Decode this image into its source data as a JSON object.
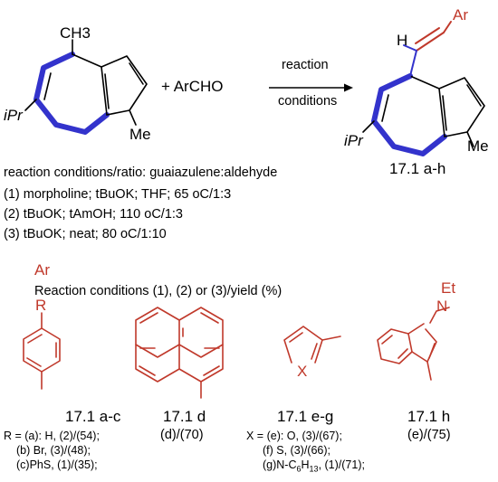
{
  "scheme": {
    "reactant": {
      "substituent_top": "CH3",
      "substituent_left": "iPr",
      "substituent_right": "Me"
    },
    "reagent": "+ ArCHO",
    "arrow_label_line1": "reaction",
    "arrow_label_line2": "conditions",
    "product": {
      "vinyl_h": "H",
      "ar": "Ar",
      "substituent_left": "iPr",
      "substituent_right": "Me",
      "label": "17.1 a-h"
    }
  },
  "conditions": {
    "heading": "reaction conditions/ratio: guaiazulene:aldehyde",
    "items": [
      "(1) morpholine; tBuOK; THF; 65 oC/1:3",
      "(2) tBuOK; tAmOH; 110 oC/1:3",
      "(3) tBuOK; neat; 80 oC/1:10"
    ]
  },
  "ar_section": {
    "title": "Ar",
    "subtitle": "Reaction conditions (1), (2) or (3)/yield (%)",
    "compounds": [
      {
        "label": "17.1 a-c",
        "substituent": "R",
        "notes": [
          "R = (a): H, (2)/(54);",
          "(b) Br, (3)/(48);",
          "(c)PhS, (1)/(35);"
        ]
      },
      {
        "label": "17.1 d",
        "notes": [
          "(d)/(70)"
        ]
      },
      {
        "label": "17.1 e-g",
        "substituent": "X",
        "notes": [
          "X = (e): O, (3)/(67);",
          "(f) S, (3)/(66);",
          "(g)N-C6H13, (1)/(71);"
        ]
      },
      {
        "label": "17.1 h",
        "substituent": "Et",
        "ring_atom": "N",
        "notes": [
          "(e)/(75)"
        ]
      }
    ]
  },
  "colors": {
    "bond": "#000000",
    "highlight": "#3333cc",
    "ar": "#c0392b"
  }
}
